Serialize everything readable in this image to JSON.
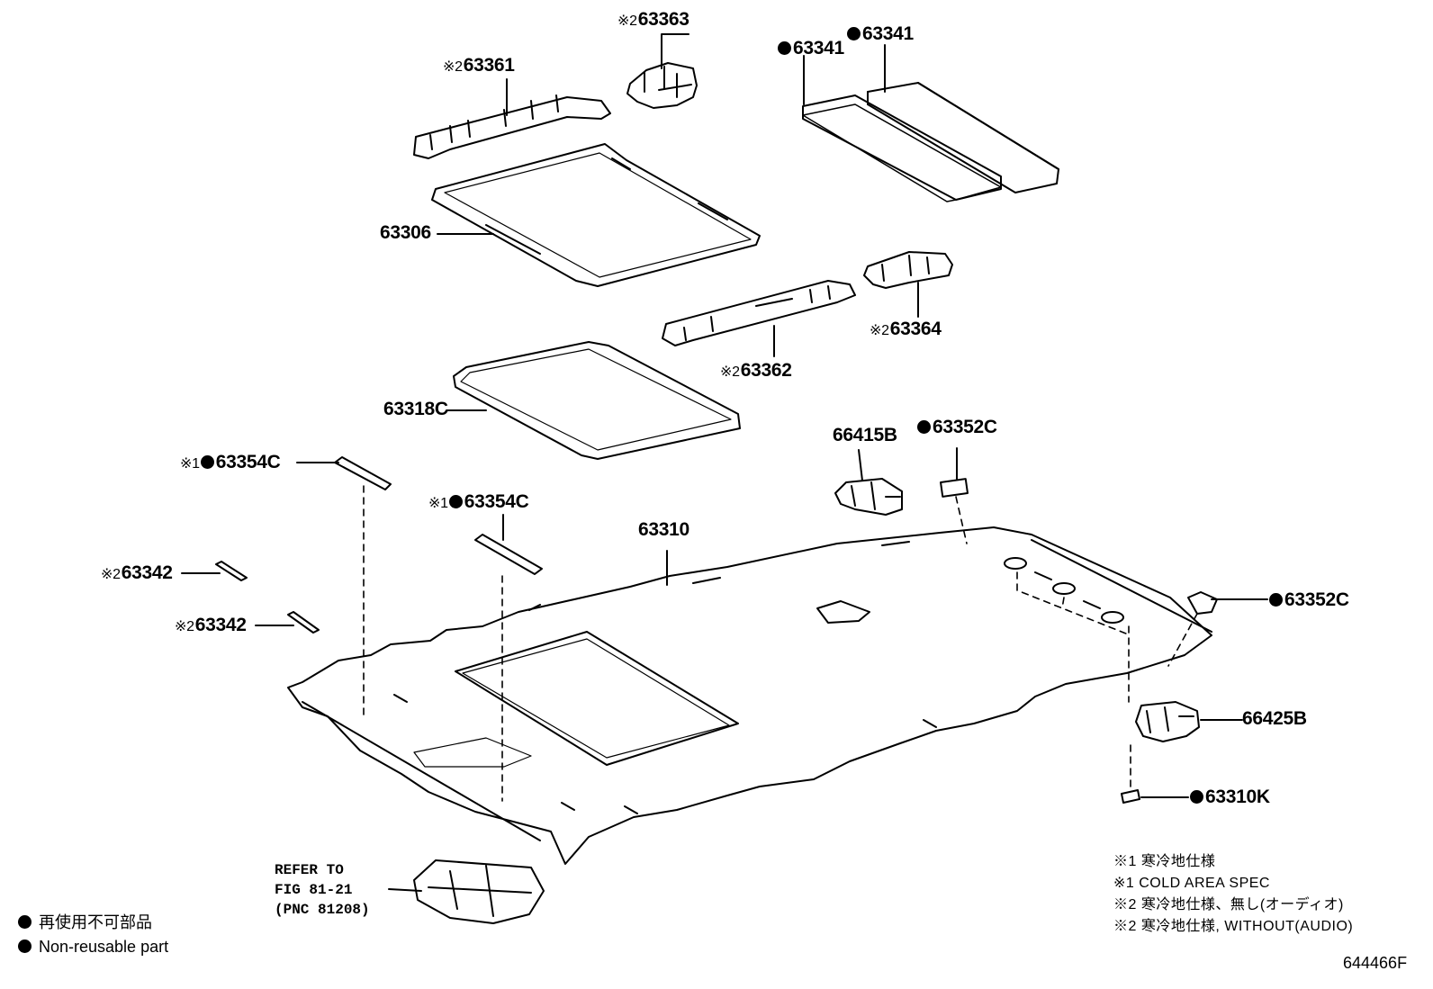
{
  "parts": {
    "p63363": {
      "mark": "※2",
      "number": "63363"
    },
    "p63361": {
      "mark": "※2",
      "number": "63361"
    },
    "p63341a": {
      "number": "63341"
    },
    "p63341b": {
      "number": "63341"
    },
    "p63306": {
      "number": "63306"
    },
    "p63364": {
      "mark": "※2",
      "number": "63364"
    },
    "p63362": {
      "mark": "※2",
      "number": "63362"
    },
    "p63318c": {
      "number": "63318C"
    },
    "p66415b": {
      "number": "66415B"
    },
    "p63352c_top": {
      "number": "63352C"
    },
    "p63354c_left": {
      "mark": "※1",
      "number": "63354C"
    },
    "p63354c_mid": {
      "mark": "※1",
      "number": "63354C"
    },
    "p63310": {
      "number": "63310"
    },
    "p63342_a": {
      "mark": "※2",
      "number": "63342"
    },
    "p63342_b": {
      "mark": "※2",
      "number": "63342"
    },
    "p63352c_right": {
      "number": "63352C"
    },
    "p66425b": {
      "number": "66425B"
    },
    "p63310k": {
      "number": "63310K"
    }
  },
  "reference": {
    "line1": "REFER TO",
    "line2": "FIG 81-21",
    "line3": "(PNC 81208)"
  },
  "notes": [
    "※1 寒冷地仕様",
    "※1 COLD AREA SPEC",
    "※2 寒冷地仕様、無し(オーディオ)",
    "※2 寒冷地仕様, WITHOUT(AUDIO)"
  ],
  "legend": {
    "jp": "再使用不可部品",
    "en": "Non-reusable part"
  },
  "figure_number": "644466F",
  "colors": {
    "ink": "#000000",
    "background": "#ffffff"
  }
}
